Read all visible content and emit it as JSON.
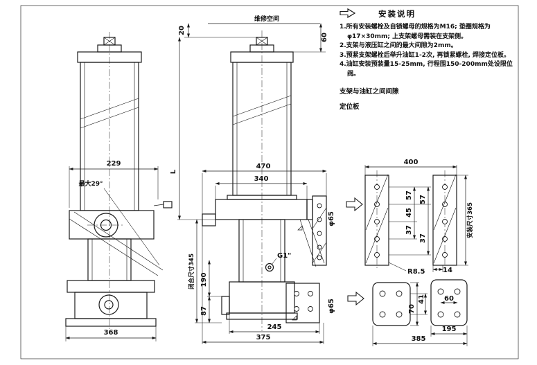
{
  "page": {
    "background": "#ffffff",
    "line_color": "#1a1a1a"
  },
  "notes": {
    "title": "安装说明",
    "items": [
      "1.所有安装螺栓及自锁螺母的规格为M16; 垫圈规格为φ17×30mm; 上支架螺母需装在支架侧。",
      "2.支架与液压缸之间的最大间隙为2mm。",
      "3.预紧支架螺栓后举升油缸1-2次, 再锁紧螺栓, 焊接定位板。",
      "4.油缸安装预装量15-25mm, 行程围150-200mm处设限位阀。"
    ],
    "legend": [
      "支架与油缸之间间隙",
      "定位板"
    ]
  },
  "labels": {
    "maintenance_space": "维修空间",
    "max_angle": "最大29°",
    "length_symbol": "L",
    "closed_size": "闭合尺寸345",
    "install_size": "安装尺寸365",
    "port": "G1\"",
    "dia_pin_top": "φ65",
    "dia_pin_bottom": "φ65"
  },
  "dims": {
    "side_width": "229",
    "side_base": "368",
    "top_offset": "20",
    "top_clearance": "60",
    "beam_overall": "470",
    "beam_inner": "340",
    "lower_a": "190",
    "lower_b": "87",
    "bottom_inner": "245",
    "bottom_overall": "375",
    "plate_span": "400",
    "hole_a": "57",
    "hole_b": "45",
    "hole_c": "37",
    "hole_d": "57",
    "hole_e": "37",
    "slot_radius": "R8.5",
    "plate_edge": "14",
    "foot_height": "70",
    "foot_hole_v": "41",
    "foot_hole_h": "60",
    "foot_width": "195",
    "foot_span": "385"
  }
}
